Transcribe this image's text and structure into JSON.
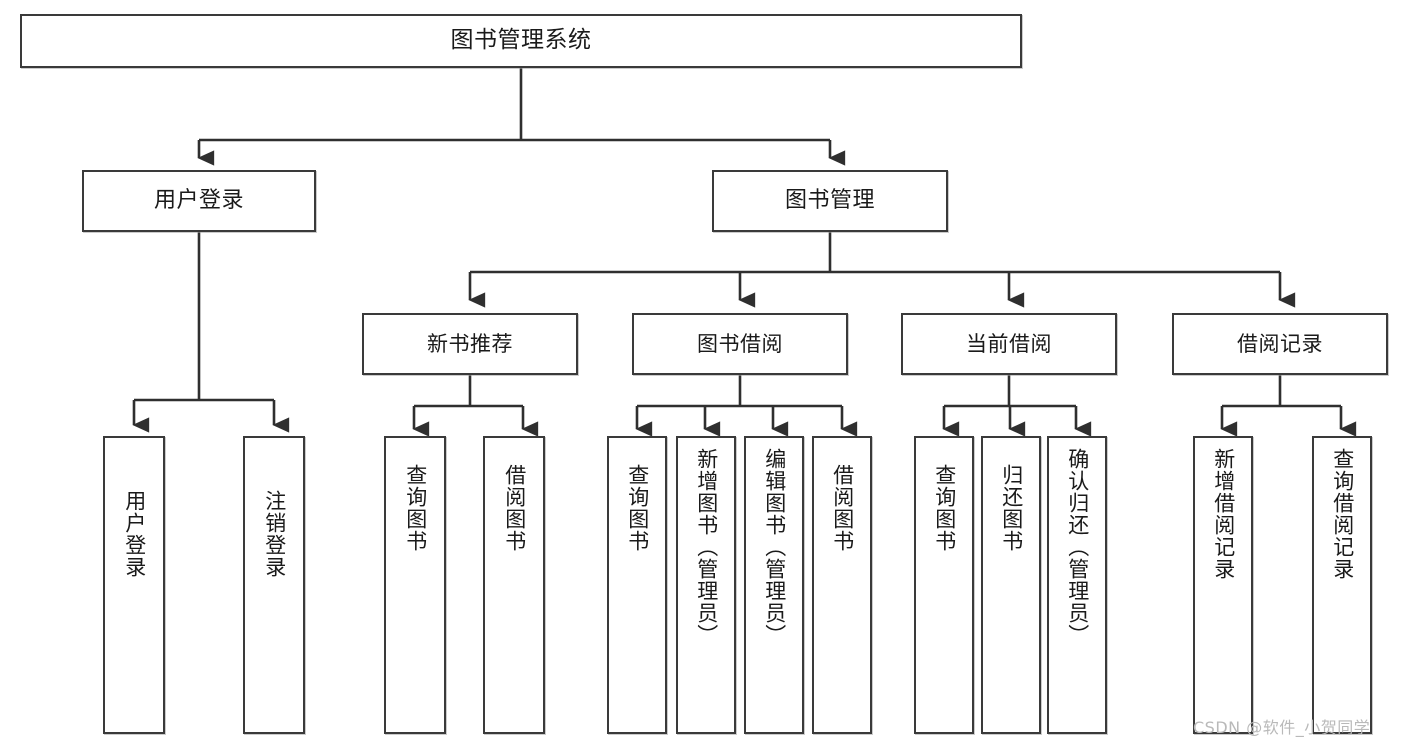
{
  "diagram": {
    "title": "图书管理系统",
    "type": "tree-hierarchy",
    "watermark": "CSDN @软件_小贺同学",
    "colors": {
      "box_border": "#3a3a3a",
      "box_fill": "#ffffff",
      "connector": "#2f2f2f",
      "text": "#1a1a1a",
      "watermark": "#b9b9b9"
    },
    "root": {
      "label": "图书管理系统"
    },
    "level1": [
      {
        "label": "用户登录"
      },
      {
        "label": "图书管理"
      }
    ],
    "level2": [
      {
        "label": "新书推荐"
      },
      {
        "label": "图书借阅"
      },
      {
        "label": "当前借阅"
      },
      {
        "label": "借阅记录"
      }
    ],
    "leaves": {
      "user_login": [
        {
          "label": "用户登录"
        },
        {
          "label": "注销登录"
        }
      ],
      "new_book_recommend": [
        {
          "label": "查询图书"
        },
        {
          "label": "借阅图书"
        }
      ],
      "book_borrow": [
        {
          "label": "查询图书"
        },
        {
          "label": "新增图书（管理员）"
        },
        {
          "label": "编辑图书（管理员）"
        },
        {
          "label": "借阅图书"
        }
      ],
      "current_borrow": [
        {
          "label": "查询图书"
        },
        {
          "label": "归还图书"
        },
        {
          "label": "确认归还（管理员）"
        }
      ],
      "borrow_records": [
        {
          "label": "新增借阅记录"
        },
        {
          "label": "查询借阅记录"
        }
      ]
    }
  }
}
